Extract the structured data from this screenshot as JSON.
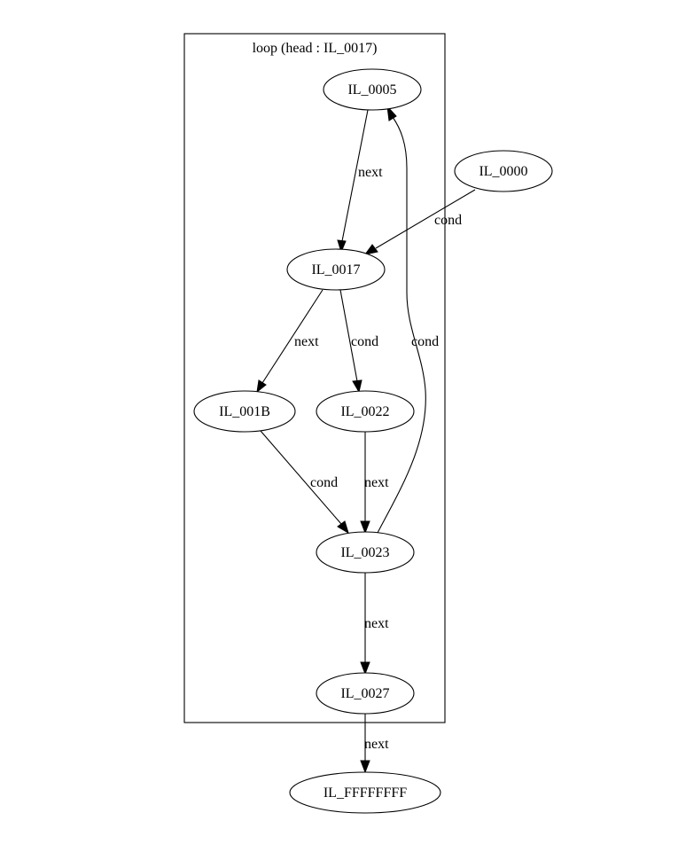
{
  "graph": {
    "cluster": {
      "label": "loop (head : IL_0017)"
    },
    "nodes": [
      {
        "id": "IL_0005",
        "label": "IL_0005"
      },
      {
        "id": "IL_0000",
        "label": "IL_0000"
      },
      {
        "id": "IL_0017",
        "label": "IL_0017"
      },
      {
        "id": "IL_001B",
        "label": "IL_001B"
      },
      {
        "id": "IL_0022",
        "label": "IL_0022"
      },
      {
        "id": "IL_0023",
        "label": "IL_0023"
      },
      {
        "id": "IL_0027",
        "label": "IL_0027"
      },
      {
        "id": "IL_FFFFFFFF",
        "label": "IL_FFFFFFFF"
      }
    ],
    "edges": [
      {
        "from": "IL_0005",
        "to": "IL_0017",
        "label": "next"
      },
      {
        "from": "IL_0000",
        "to": "IL_0017",
        "label": "cond"
      },
      {
        "from": "IL_0017",
        "to": "IL_001B",
        "label": "next"
      },
      {
        "from": "IL_0017",
        "to": "IL_0022",
        "label": "cond"
      },
      {
        "from": "IL_0023",
        "to": "IL_0005",
        "label": "cond"
      },
      {
        "from": "IL_001B",
        "to": "IL_0023",
        "label": "cond"
      },
      {
        "from": "IL_0022",
        "to": "IL_0023",
        "label": "next"
      },
      {
        "from": "IL_0023",
        "to": "IL_0027",
        "label": "next"
      },
      {
        "from": "IL_0027",
        "to": "IL_FFFFFFFF",
        "label": "next"
      }
    ]
  }
}
